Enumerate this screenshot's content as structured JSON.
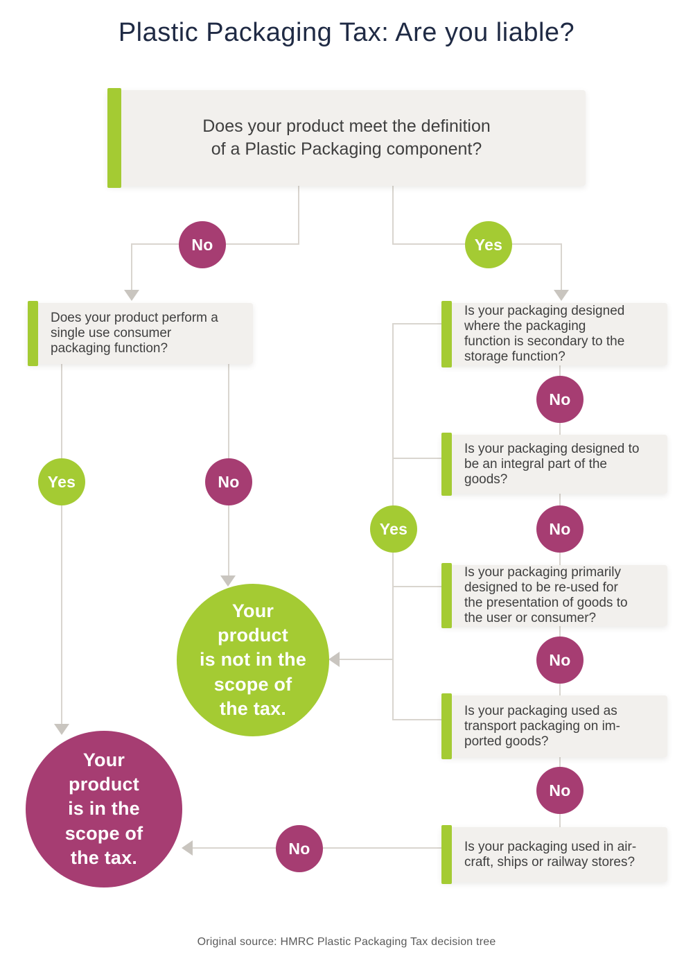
{
  "title": "Plastic Packaging Tax: Are you liable?",
  "footer": "Original source: HMRC Plastic Packaging Tax decision tree",
  "labels": {
    "yes": "Yes",
    "no": "No"
  },
  "colors": {
    "green": "#a4cb33",
    "magenta": "#a63d72",
    "line": "#d9d5cf",
    "arrow": "#c9c5bf",
    "box_bg": "#f2f0ed",
    "box_text": "#3f3f3f",
    "title_text": "#1f2a44",
    "footer_text": "#5a5a5a"
  },
  "questions": {
    "definition": {
      "lines": [
        "Does your product meet the definition",
        "of a Plastic Packaging component?"
      ]
    },
    "single_use": {
      "lines": [
        "Does your product perform a",
        "single use consumer",
        "packaging function?"
      ]
    },
    "storage": {
      "lines": [
        "Is your packaging designed",
        "where the packaging",
        "function is secondary to the",
        "storage function?"
      ]
    },
    "integral": {
      "lines": [
        "Is your packaging designed to",
        "be an integral part of the",
        "goods?"
      ]
    },
    "reused": {
      "lines": [
        "Is your packaging primarily",
        "designed to be re-used for",
        "the presentation of goods to",
        "the user or consumer?"
      ]
    },
    "transport": {
      "lines": [
        "Is your packaging used as",
        "transport packaging on im-",
        "ported goods?"
      ]
    },
    "aircraft": {
      "lines": [
        "Is your packaging used in air-",
        "craft, ships or railway stores?"
      ]
    }
  },
  "outcomes": {
    "not_in_scope": {
      "lines": [
        "Your",
        "product",
        "is not in the",
        "scope of",
        "the tax."
      ]
    },
    "in_scope": {
      "lines": [
        "Your",
        "product",
        "is in the",
        "scope of",
        "the tax."
      ]
    }
  }
}
